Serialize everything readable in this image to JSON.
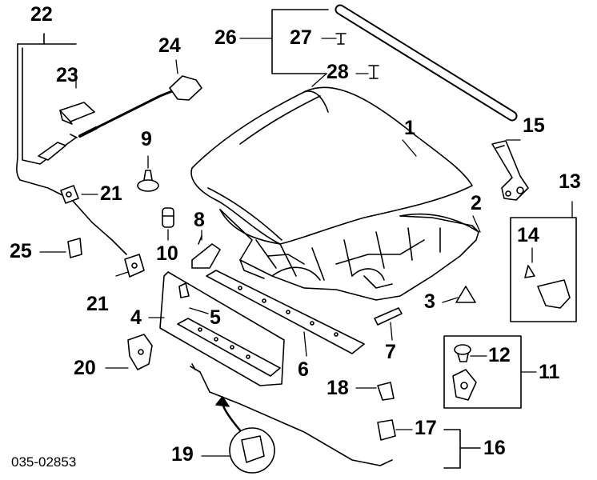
{
  "diagram": {
    "callouts": {
      "c1": "1",
      "c2": "2",
      "c3": "3",
      "c4": "4",
      "c5": "5",
      "c6": "6",
      "c7": "7",
      "c8": "8",
      "c9": "9",
      "c10": "10",
      "c11": "11",
      "c12": "12",
      "c13": "13",
      "c14": "14",
      "c15": "15",
      "c16": "16",
      "c17": "17",
      "c18": "18",
      "c19": "19",
      "c20": "20",
      "c21a": "21",
      "c21b": "21",
      "c22": "22",
      "c23": "23",
      "c24": "24",
      "c25": "25",
      "c26": "26",
      "c27": "27",
      "c28": "28"
    },
    "diagram_code": "035-02853"
  }
}
